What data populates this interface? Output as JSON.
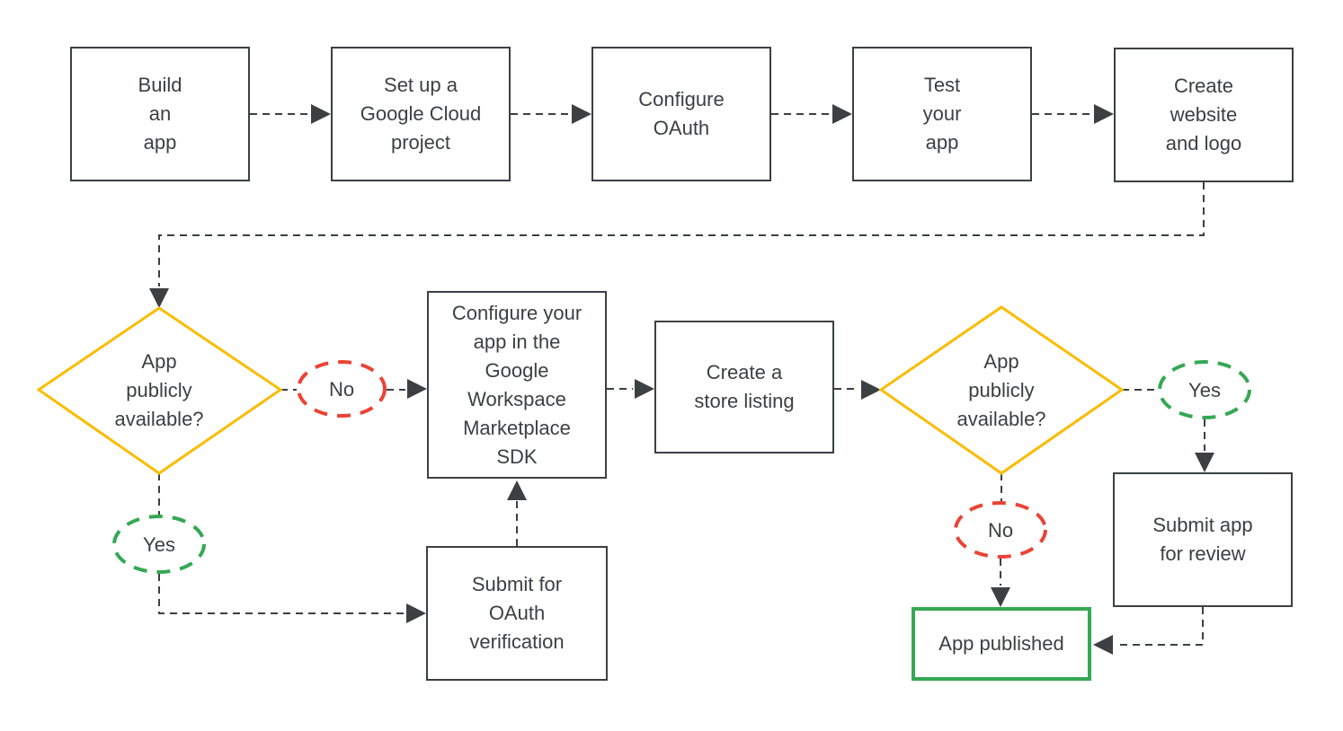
{
  "colors": {
    "outline": "#3c4043",
    "text": "#3c4043",
    "connector": "#3c4043",
    "decision": "#fbbc04",
    "yes": "#34a853",
    "no": "#ea4335",
    "published": "#34a853",
    "background": "#ffffff"
  },
  "nodes": {
    "build_app": {
      "label": "Build\nan\napp"
    },
    "setup_cloud_project": {
      "label": "Set up a\nGoogle Cloud\nproject"
    },
    "configure_oauth": {
      "label": "Configure\nOAuth"
    },
    "test_app": {
      "label": "Test\nyour\napp"
    },
    "create_website_logo": {
      "label": "Create\nwebsite\nand logo"
    },
    "decision_public_1": {
      "label": "App\npublicly\navailable?"
    },
    "no_1": {
      "label": "No"
    },
    "yes_1": {
      "label": "Yes"
    },
    "configure_marketplace_sdk": {
      "label": "Configure your\napp in the\nGoogle\nWorkspace\nMarketplace\nSDK"
    },
    "create_store_listing": {
      "label": "Create a\nstore listing"
    },
    "submit_oauth_verification": {
      "label": "Submit for\nOAuth\nverification"
    },
    "decision_public_2": {
      "label": "App\npublicly\navailable?"
    },
    "yes_2": {
      "label": "Yes"
    },
    "no_2": {
      "label": "No"
    },
    "submit_app_review": {
      "label": "Submit app\nfor review"
    },
    "app_published": {
      "label": "App published"
    }
  }
}
